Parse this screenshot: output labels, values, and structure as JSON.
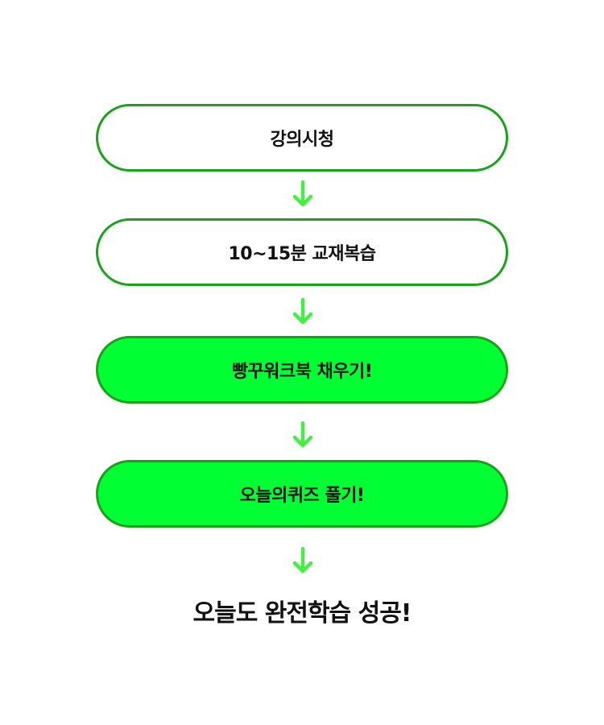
{
  "colors": {
    "border": "#1aa31a",
    "filled": "#00ff33",
    "arrow": "#44ee44",
    "text": "#111111"
  },
  "steps": [
    {
      "label": "강의시청",
      "style": "outline"
    },
    {
      "label": "10~15분 교재복습",
      "style": "outline"
    },
    {
      "label": "빵꾸워크북 채우기!",
      "style": "filled"
    },
    {
      "label": "오늘의퀴즈 풀기!",
      "style": "filled"
    }
  ],
  "arrows": [
    "arrow-down-icon",
    "arrow-down-icon",
    "arrow-down-icon",
    "arrow-down-icon"
  ],
  "result": "오늘도 완전학습 성공!"
}
